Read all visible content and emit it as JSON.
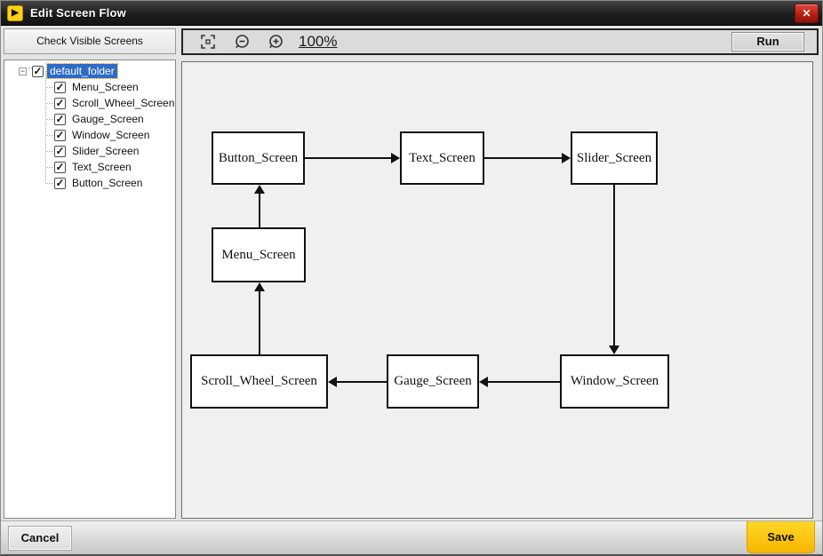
{
  "window": {
    "title": "Edit Screen Flow"
  },
  "icons": {
    "play": "▶",
    "close": "✕",
    "check": "✓",
    "collapse": "−"
  },
  "left_panel": {
    "check_visible_screens_label": "Check Visible Screens"
  },
  "toolbar": {
    "zoom_level": "100%",
    "run_label": "Run"
  },
  "tree": {
    "root": {
      "label": "default_folder",
      "checked": true,
      "selected": true,
      "expanded": true
    },
    "items": [
      {
        "label": "Menu_Screen",
        "checked": true
      },
      {
        "label": "Scroll_Wheel_Screen",
        "checked": true
      },
      {
        "label": "Gauge_Screen",
        "checked": true
      },
      {
        "label": "Window_Screen",
        "checked": true
      },
      {
        "label": "Slider_Screen",
        "checked": true
      },
      {
        "label": "Text_Screen",
        "checked": true
      },
      {
        "label": "Button_Screen",
        "checked": true
      }
    ]
  },
  "diagram": {
    "nodes": [
      {
        "label": "Button_Screen"
      },
      {
        "label": "Text_Screen"
      },
      {
        "label": "Slider_Screen"
      },
      {
        "label": "Menu_Screen"
      },
      {
        "label": "Scroll_Wheel_Screen"
      },
      {
        "label": "Gauge_Screen"
      },
      {
        "label": "Window_Screen"
      }
    ],
    "edges": [
      {
        "from": "Button_Screen",
        "to": "Text_Screen"
      },
      {
        "from": "Text_Screen",
        "to": "Slider_Screen"
      },
      {
        "from": "Slider_Screen",
        "to": "Window_Screen"
      },
      {
        "from": "Window_Screen",
        "to": "Gauge_Screen"
      },
      {
        "from": "Gauge_Screen",
        "to": "Scroll_Wheel_Screen"
      },
      {
        "from": "Scroll_Wheel_Screen",
        "to": "Menu_Screen"
      },
      {
        "from": "Menu_Screen",
        "to": "Button_Screen"
      }
    ]
  },
  "footer": {
    "cancel_label": "Cancel",
    "save_label": "Save"
  },
  "colors": {
    "accent_yellow": "#FFCC14",
    "close_red": "#B01E12",
    "selection_blue": "#2E6BC6",
    "titlebar_dark": "#1D1D1D"
  }
}
